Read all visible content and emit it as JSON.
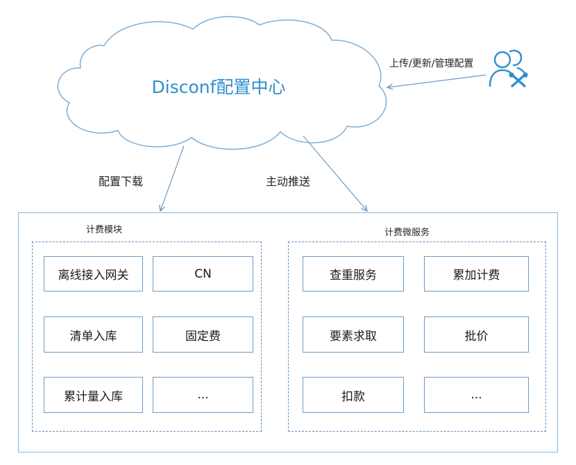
{
  "cloud": {
    "title": "Disconf配置中心"
  },
  "edges": {
    "upload_label": "上传/更新/管理配置",
    "download_label": "配置下载",
    "push_label": "主动推送"
  },
  "groups": {
    "left": {
      "title": "计费模块",
      "items": [
        "离线接入网关",
        "CN",
        "清单入库",
        "固定费",
        "累计量入库",
        "..."
      ]
    },
    "right": {
      "title": "计费微服务",
      "items": [
        "查重服务",
        "累加计费",
        "要素求取",
        "批价",
        "扣款",
        "..."
      ]
    }
  },
  "colors": {
    "line": "#6f99c2",
    "title_accent": "#2e8ecf",
    "cloud_stroke": "#7aaed6"
  },
  "icons": {
    "admin": "user-group-with-wrench-icon"
  }
}
